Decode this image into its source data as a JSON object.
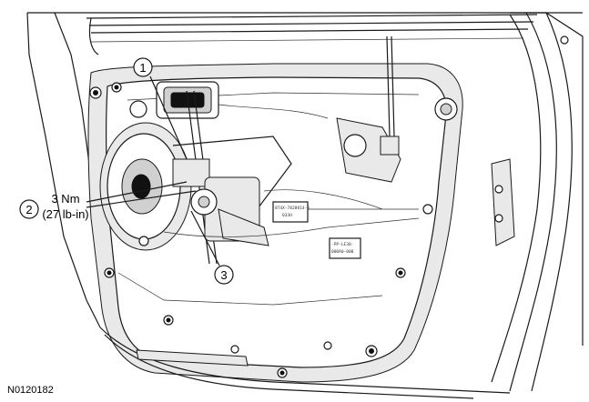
{
  "callouts": [
    {
      "id": "1",
      "label": "1"
    },
    {
      "id": "2",
      "label": "2"
    },
    {
      "id": "3",
      "label": "3"
    }
  ],
  "torque": {
    "line1": "3 Nm",
    "line2": "(27 lb-in)"
  },
  "figure_id": "N0120182",
  "part_labels": {
    "label_a_line1": "8T4X-7828814-A",
    "label_a_line2": "033H",
    "label_b_line1": "-PP-LE30-",
    "label_b_line2": "000A0-000"
  }
}
